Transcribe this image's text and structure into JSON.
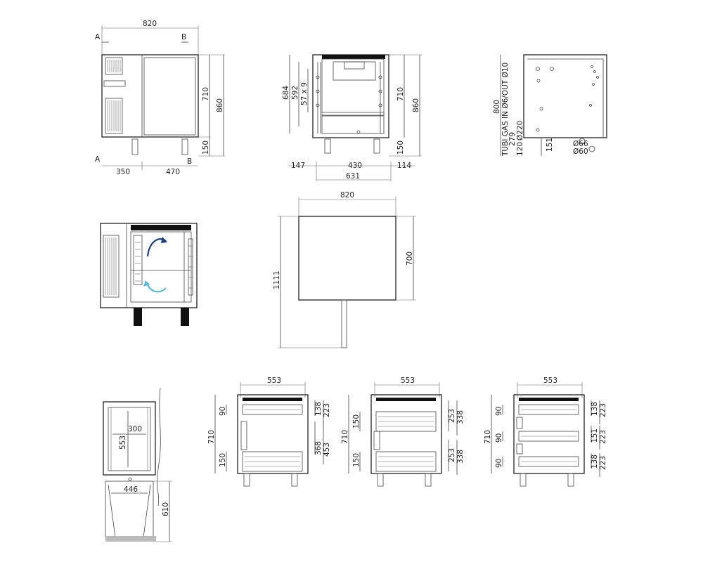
{
  "labels": {
    "front_width": "820",
    "sec_a": "A",
    "sec_b": "B",
    "front_h1": "710",
    "front_h2": "860",
    "front_leg": "150",
    "front_left": "350",
    "front_right": "470",
    "side_684": "684",
    "side_592": "592",
    "side_57x9": "57 x 9",
    "side_710": "710",
    "side_860": "860",
    "side_150": "150",
    "side_147": "147",
    "side_430": "430",
    "side_114": "114",
    "side_631": "631",
    "back_800": "800",
    "back_gas": "TUBI GAS IN Ø6/OUT Ø10",
    "back_279": "279",
    "back_220": "Ø220",
    "back_120": "120",
    "back_151": "151",
    "back_o66": "Ø66",
    "back_o60": "Ø60",
    "top_820": "820",
    "top_700": "700",
    "top_1111": "1111",
    "sec_300": "300",
    "sec_553": "553",
    "sec_446": "446",
    "sec_610": "610",
    "d1_553": "553",
    "d1_710": "710",
    "d1_90": "90",
    "d1_150": "150",
    "d1_138": "138",
    "d1_223": "223",
    "d1_368": "368",
    "d1_453": "453",
    "d2_553": "553",
    "d2_710": "710",
    "d2_150a": "150",
    "d2_150b": "150",
    "d2_253a": "253",
    "d2_338a": "338",
    "d2_253b": "253",
    "d2_338b": "338",
    "d3_553": "553",
    "d3_710": "710",
    "d3_90a": "90",
    "d3_90b": "90",
    "d3_90c": "90",
    "d3_138a": "138",
    "d3_223a": "223",
    "d3_151": "151",
    "d3_223b": "223",
    "d3_138b": "138",
    "d3_223c": "223"
  },
  "colors": {
    "arrow_hot": "#1f3f7a",
    "arrow_cold": "#5bb7d6"
  }
}
